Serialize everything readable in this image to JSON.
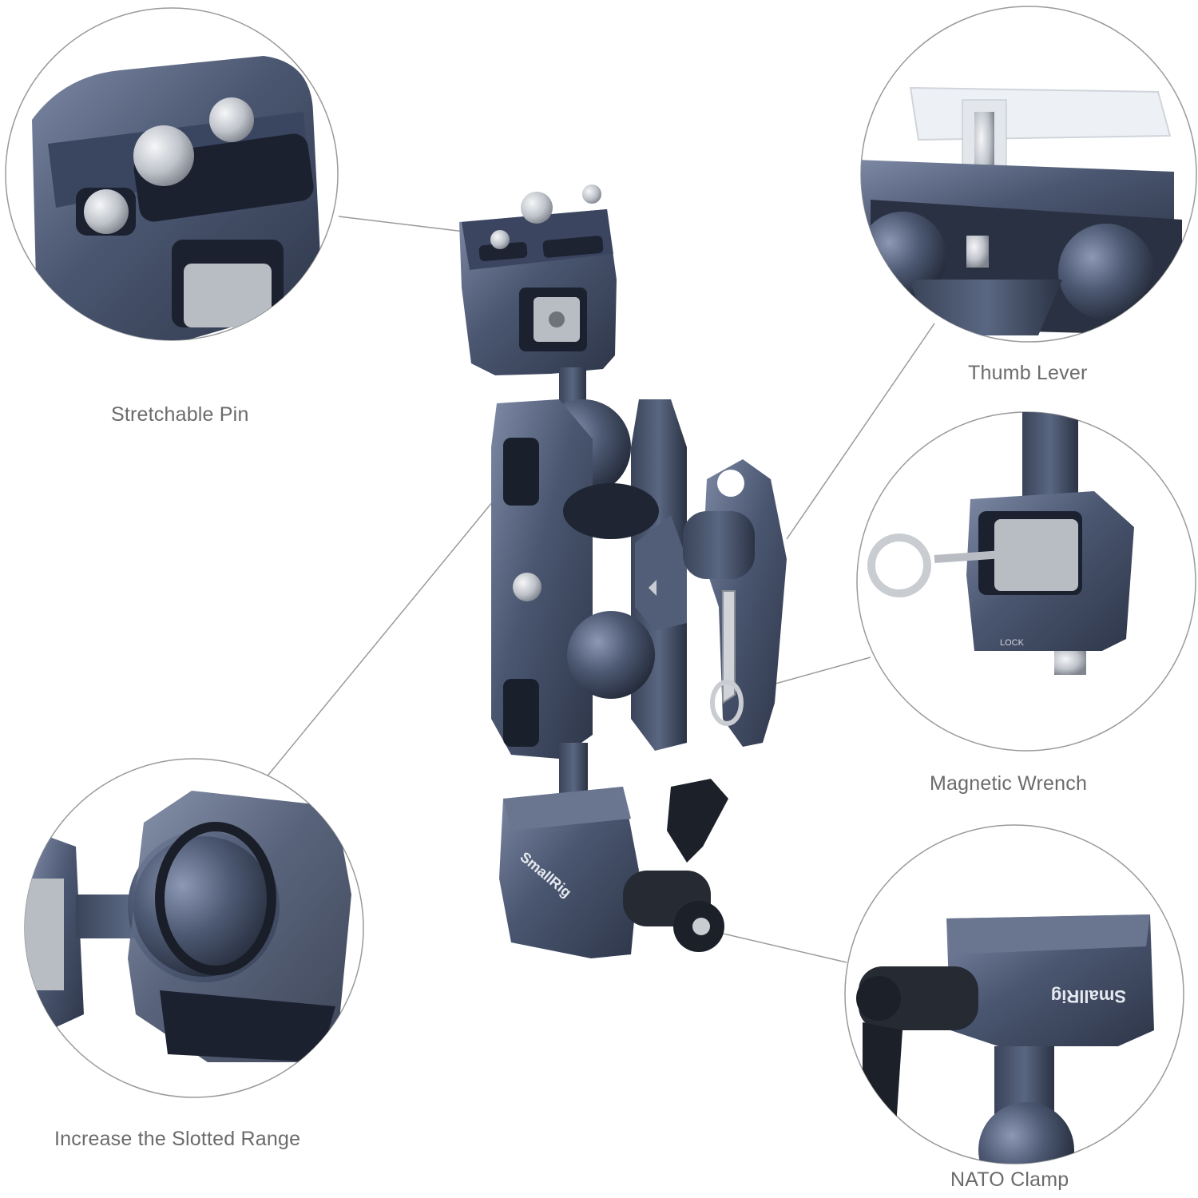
{
  "captions": {
    "stretchable_pin": "Stretchable Pin",
    "thumb_lever": "Thumb Lever",
    "magnetic_wrench": "Magnetic Wrench",
    "increase_slotted_range": "Increase the Slotted Range",
    "nato_clamp": "NATO Clamp"
  },
  "product_markings": {
    "lock_engraving": "LOCK",
    "brand_logo": "SmallRig"
  },
  "colors": {
    "metal_blue_gray": "#4a5670",
    "metal_dark": "#2e3649",
    "highlight": "#8a96b0",
    "steel": "#c9ccd1",
    "caption_gray": "#6b6b6b",
    "circle_outline": "#9a9a9a"
  }
}
